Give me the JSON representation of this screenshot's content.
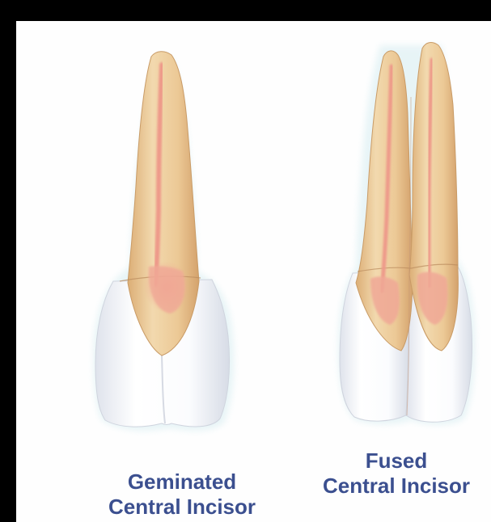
{
  "figure": {
    "teeth": [
      {
        "id": "geminated",
        "label_line1": "Geminated",
        "label_line2": "Central Incisor"
      },
      {
        "id": "fused",
        "label_line1": "Fused",
        "label_line2": "Central Incisor"
      }
    ]
  },
  "colors": {
    "background": "#000000",
    "panel": "#fefefe",
    "root": "#eccf9f",
    "root_shadow": "#dcae76",
    "pulp": "#ee9a8a",
    "crown": "#f7f8fb",
    "crown_shadow": "#d9dde6",
    "caption": "#3b4f8f"
  }
}
